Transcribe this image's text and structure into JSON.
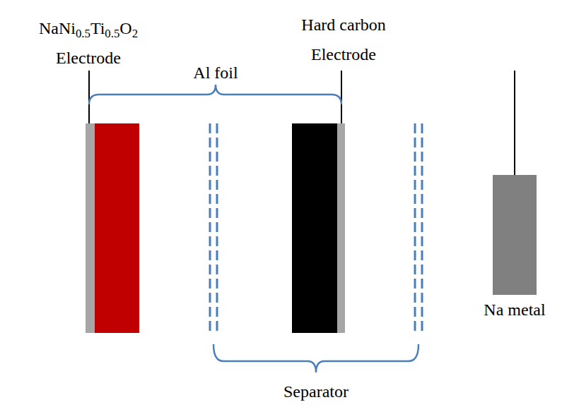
{
  "diagram": {
    "nodes": [
      {
        "text": [
          "NaNi0.5Ti0.5O2 Electrode"
        ]
      },
      {
        "text": [
          "Hard carbon Electrode"
        ]
      },
      {
        "text": [
          "Na metal"
        ]
      }
    ],
    "edges": [],
    "labels": [
      "Al foil",
      "Separator"
    ]
  }
}
